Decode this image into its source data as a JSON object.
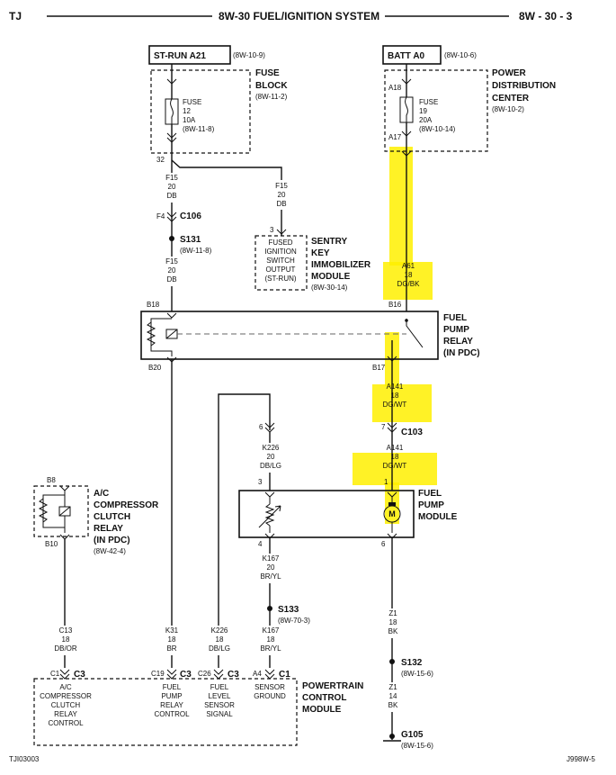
{
  "header": {
    "left": "TJ",
    "center": "8W-30 FUEL/IGNITION SYSTEM",
    "right": "8W - 30 - 3"
  },
  "footer": {
    "left": "TJI03003",
    "right": "J998W-5"
  },
  "sources": {
    "st_run": {
      "label": "ST-RUN A21",
      "ref": "(8W-10-9)"
    },
    "batt": {
      "label": "BATT A0",
      "ref": "(8W-10-6)"
    }
  },
  "fuse_block": {
    "title_1": "FUSE",
    "title_2": "BLOCK",
    "ref": "(8W-11-2)",
    "fuse": [
      "FUSE",
      "12",
      "10A",
      "(8W-11-8)"
    ],
    "pin_out": "32"
  },
  "pdc": {
    "title_1": "POWER",
    "title_2": "DISTRIBUTION",
    "title_3": "CENTER",
    "ref": "(8W-10-2)",
    "pin_in": "A18",
    "pin_out": "A17",
    "fuse": [
      "FUSE",
      "19",
      "20A",
      "(8W-10-14)"
    ]
  },
  "wires": {
    "f15_a": [
      "F15",
      "20",
      "DB"
    ],
    "f15_b": [
      "F15",
      "20",
      "DB"
    ],
    "f15_c": [
      "F15",
      "20",
      "DB"
    ],
    "a61": [
      "A61",
      "18",
      "DG/BK"
    ],
    "a141_a": [
      "A141",
      "18",
      "DG/WT"
    ],
    "a141_b": [
      "A141",
      "18",
      "DG/WT"
    ],
    "k226_a": [
      "K226",
      "20",
      "DB/LG"
    ],
    "k167_a": [
      "K167",
      "20",
      "BR/YL"
    ],
    "k167_b": [
      "K167",
      "18",
      "BR/YL"
    ],
    "z1_a": [
      "Z1",
      "18",
      "BK"
    ],
    "z1_b": [
      "Z1",
      "14",
      "BK"
    ],
    "c13": [
      "C13",
      "18",
      "DB/OR"
    ],
    "k31": [
      "K31",
      "18",
      "BR"
    ],
    "k226_b": [
      "K226",
      "18",
      "DB/LG"
    ]
  },
  "connectors": {
    "c106_pin": "F4",
    "c106": "C106",
    "c103_pin": "7",
    "c103": "C103",
    "k226_pin": "6"
  },
  "splices": {
    "s131": {
      "label": "S131",
      "ref": "(8W-11-8)"
    },
    "s133": {
      "label": "S133",
      "ref": "(8W-70-3)"
    },
    "s132": {
      "label": "S132",
      "ref": "(8W-15-6)"
    },
    "g105": {
      "label": "G105",
      "ref": "(8W-15-6)"
    }
  },
  "sentry": {
    "pin": "3",
    "inner": [
      "FUSED",
      "IGNITION",
      "SWITCH",
      "OUTPUT",
      "(ST-RUN)"
    ],
    "title": [
      "SENTRY",
      "KEY",
      "IMMOBILIZER",
      "MODULE"
    ],
    "ref": "(8W-30-14)"
  },
  "fuel_pump_relay": {
    "pin_b18": "B18",
    "pin_b16": "B16",
    "pin_b20": "B20",
    "pin_b17": "B17",
    "title": [
      "FUEL",
      "PUMP",
      "RELAY",
      "(IN PDC)"
    ]
  },
  "ac_relay": {
    "pin_top": "B8",
    "pin_bottom": "B10",
    "title": [
      "A/C",
      "COMPRESSOR",
      "CLUTCH",
      "RELAY",
      "(IN PDC)"
    ],
    "ref": "(8W-42-4)"
  },
  "fuel_pump_module": {
    "pin_3": "3",
    "pin_1": "1",
    "pin_4": "4",
    "pin_6": "6",
    "motor": "M",
    "title": [
      "FUEL",
      "PUMP",
      "MODULE"
    ]
  },
  "pcm": {
    "pins": [
      {
        "pin": "C1",
        "conn": "C3",
        "text": [
          "A/C",
          "COMPRESSOR",
          "CLUTCH",
          "RELAY",
          "CONTROL"
        ]
      },
      {
        "pin": "C19",
        "conn": "C3",
        "text": [
          "FUEL",
          "PUMP",
          "RELAY",
          "CONTROL"
        ]
      },
      {
        "pin": "C26",
        "conn": "C3",
        "text": [
          "FUEL",
          "LEVEL",
          "SENSOR",
          "SIGNAL"
        ]
      },
      {
        "pin": "A4",
        "conn": "C1",
        "text": [
          "SENSOR",
          "GROUND"
        ]
      }
    ],
    "title": [
      "POWERTRAIN",
      "CONTROL",
      "MODULE"
    ]
  },
  "colors": {
    "highlight": "#fff000",
    "line": "#111111"
  }
}
